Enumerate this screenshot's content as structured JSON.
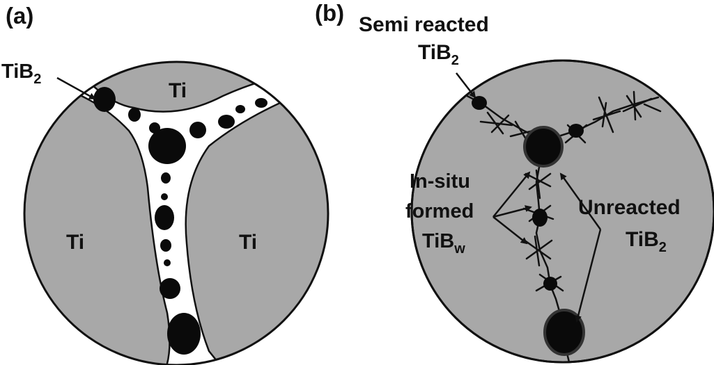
{
  "panel_a": {
    "tag": "(a)",
    "labels": {
      "tib2_left": {
        "main": "TiB",
        "sub": "2"
      },
      "ti_top": "Ti",
      "ti_left": "Ti",
      "ti_right": "Ti"
    }
  },
  "panel_b": {
    "tag": "(b)",
    "labels": {
      "semi_reacted_line1": "Semi reacted",
      "semi_reacted_line2": {
        "main": "TiB",
        "sub": "2"
      },
      "insitu_line1": "In-situ",
      "insitu_line2": "formed",
      "insitu_line3": {
        "main": "TiB",
        "sub": "w"
      },
      "unreacted_line1": "Unreacted",
      "unreacted_line2": {
        "main": "TiB",
        "sub": "2"
      }
    }
  },
  "colors": {
    "grain_fill": "#a8a8a8",
    "boundary_fill": "#ffffff",
    "particle_fill": "#0a0a0a",
    "outline": "#111111"
  }
}
